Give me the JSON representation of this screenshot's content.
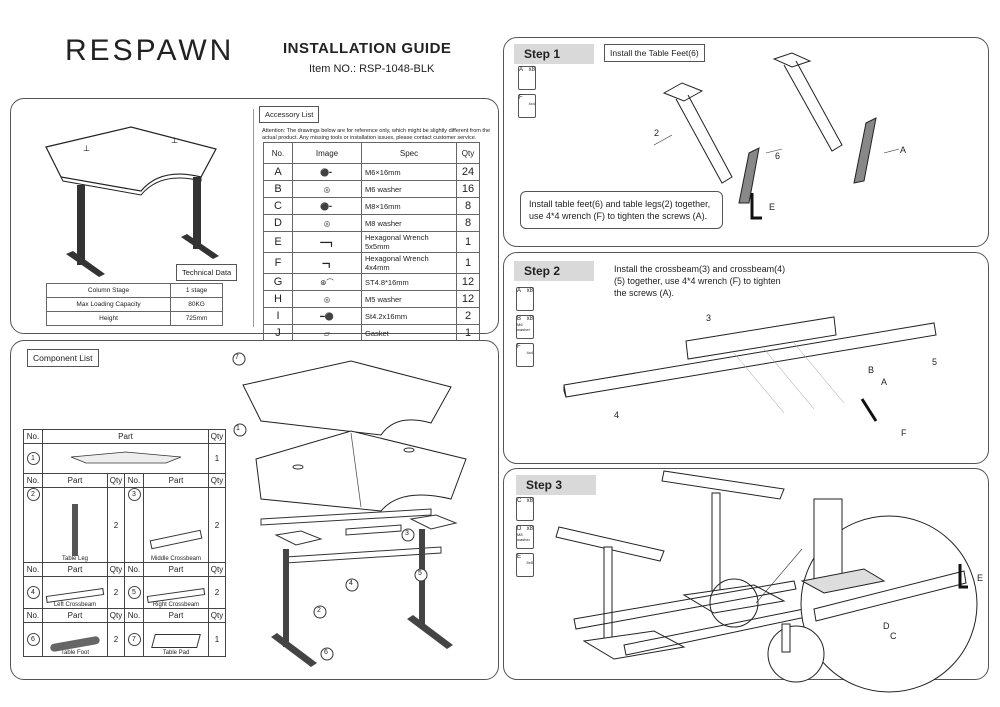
{
  "header": {
    "logo": "RESPAWN",
    "title": "INSTALLATION GUIDE",
    "item": "Item NO.: RSP-1048-BLK"
  },
  "accessory": {
    "label": "Accessory List",
    "attention": "Attention: The drawings below are for reference only, which might be slightly different from the actual product. Any missing tools or installation issues, please contact customer service.",
    "headers": [
      "No.",
      "Image",
      "Spec",
      "Qty"
    ],
    "rows": [
      {
        "no": "A",
        "spec": "M6×16mm",
        "qty": "24"
      },
      {
        "no": "B",
        "spec": "M6 washer",
        "qty": "16"
      },
      {
        "no": "C",
        "spec": "M8×16mm",
        "qty": "8"
      },
      {
        "no": "D",
        "spec": "M8 washer",
        "qty": "8"
      },
      {
        "no": "E",
        "spec": "Hexagonal Wrench 5x5mm",
        "qty": "1"
      },
      {
        "no": "F",
        "spec": "Hexagonal Wrench 4x4mm",
        "qty": "1"
      },
      {
        "no": "G",
        "spec": "ST4.8*16mm",
        "qty": "12"
      },
      {
        "no": "H",
        "spec": "M5 washer",
        "qty": "12"
      },
      {
        "no": "I",
        "spec": "St4.2x16mm",
        "qty": "2"
      },
      {
        "no": "J",
        "spec": "Gasket",
        "qty": "1"
      }
    ]
  },
  "technical": {
    "label": "Technical Data",
    "rows": [
      {
        "k": "Column Stage",
        "v": "1 stage"
      },
      {
        "k": "Max Loading Capacity",
        "v": "80KG"
      },
      {
        "k": "Height",
        "v": "725mm"
      }
    ]
  },
  "component": {
    "label": "Component List",
    "h_no": "No.",
    "h_part": "Part",
    "h_qty": "Qty",
    "items": [
      {
        "no": "1",
        "name": "",
        "qty": "1"
      },
      {
        "no": "2",
        "name": "Table Leg",
        "qty": "2"
      },
      {
        "no": "3",
        "name": "Middle Crossbeam",
        "qty": "2"
      },
      {
        "no": "4",
        "name": "Left Crossbeam",
        "qty": "2"
      },
      {
        "no": "5",
        "name": "Right Crossbeam",
        "qty": "2"
      },
      {
        "no": "6",
        "name": "Table Foot",
        "qty": "2"
      },
      {
        "no": "7",
        "name": "Table Pad",
        "qty": "1"
      }
    ]
  },
  "step1": {
    "tab": "Step 1",
    "label": "Install the Table Feet(6)",
    "note": "Install table feet(6) and table legs(2) together, use 4*4 wrench (F) to tighten the screws (A).",
    "icons": [
      {
        "l": "A",
        "q": "x8"
      },
      {
        "l": "F",
        "q": "4x4"
      }
    ],
    "callouts": [
      "2",
      "6",
      "A",
      "E"
    ]
  },
  "step2": {
    "tab": "Step 2",
    "note": "Install the crossbeam(3) and crossbeam(4) (5) together, use 4*4 wrench (F) to tighten the screws (A).",
    "icons": [
      {
        "l": "A",
        "q": "x8"
      },
      {
        "l": "B",
        "q": "x8"
      },
      {
        "l": "F",
        "q": "4x4"
      }
    ],
    "icon_sub_b": "M6 washer",
    "callouts": [
      "3",
      "5",
      "4",
      "B",
      "A",
      "F"
    ]
  },
  "step3": {
    "tab": "Step 3",
    "icons": [
      {
        "l": "C",
        "q": "x8"
      },
      {
        "l": "D",
        "q": "x8"
      },
      {
        "l": "E",
        "q": "5x5"
      }
    ],
    "icon_sub_d": "M8 washer",
    "callouts": [
      "E",
      "D",
      "C"
    ]
  },
  "exploded_callouts": [
    "7",
    "1",
    "3",
    "4",
    "5",
    "2",
    "6"
  ]
}
